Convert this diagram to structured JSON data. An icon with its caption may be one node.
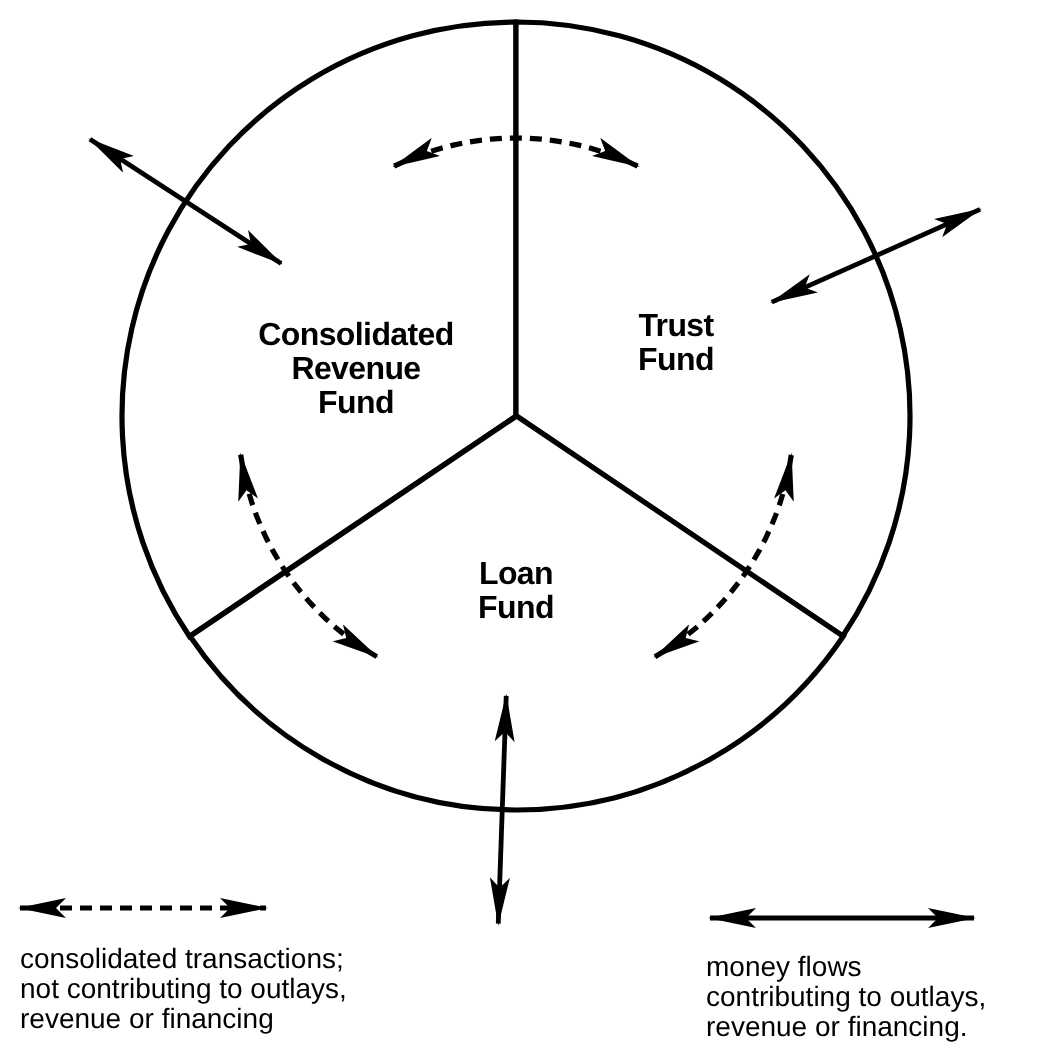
{
  "diagram": {
    "nodes": [
      {
        "text": [
          "Consolidated Revenue Fund"
        ]
      },
      {
        "text": [
          "Trust Fund"
        ]
      },
      {
        "text": [
          "Loan Fund"
        ]
      }
    ],
    "edges": [
      {
        "from": 0,
        "to": 1,
        "arrow": "both",
        "style": "dashed"
      },
      {
        "from": 0,
        "to": 2,
        "arrow": "both",
        "style": "dashed"
      },
      {
        "from": 2,
        "to": 1,
        "arrow": "both",
        "style": "dashed"
      },
      {
        "from": null,
        "to": 0,
        "arrow": "both"
      },
      {
        "from": null,
        "to": 1,
        "arrow": "both"
      },
      {
        "from": 2,
        "to": null,
        "arrow": "both"
      }
    ],
    "legend": [
      {
        "text": "consolidated transactions; not contributing to outlays, revenue or financing"
      },
      {
        "text": "money flows contributing to outlays, revenue or financing."
      }
    ]
  }
}
